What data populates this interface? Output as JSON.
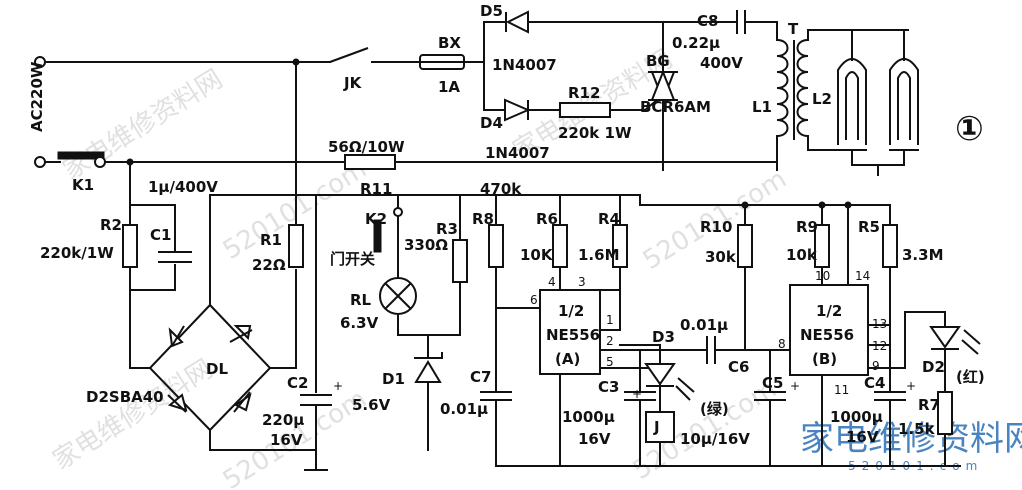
{
  "labels": {
    "ac": "AC220W",
    "k1": "K1",
    "jk": "JK",
    "bx": "BX",
    "bx_val": "1A",
    "d5": "D5",
    "d5_val": "1N4007",
    "d4": "D4",
    "d4_val": "1N4007",
    "r12": "R12",
    "r12_val": "220k  1W",
    "c8": "C8",
    "c8_val": "0.22µ",
    "c8_v": "400V",
    "bg": "BG",
    "bg_val": "BCR6AM",
    "t": "T",
    "l1": "L1",
    "l2": "L2",
    "circle_num": "①",
    "r_56": "56Ω/10W",
    "c_1u": "1µ/400V",
    "r11": "R11",
    "r11_val": "470k",
    "k2": "K2",
    "door": "门开关",
    "r2": "R2",
    "r2_val": "220k/1W",
    "c1": "C1",
    "r1": "R1",
    "r1_val": "22Ω",
    "r3": "R3",
    "r3_val": "330Ω",
    "rl": "RL",
    "rl_val": "6.3V",
    "dl": "DL",
    "bridge": "D2SBA40",
    "c2": "C2",
    "c2_val": "220µ",
    "c2_v": "16V",
    "d1": "D1",
    "d1_val": "5.6V",
    "r8": "R8",
    "c7": "C7",
    "c7_val": "0.01µ",
    "r6": "R6",
    "r6_val": "10K",
    "r4": "R4",
    "r4_val": "1.6M",
    "icA_half": "1/2",
    "icA_name": "NE556",
    "icA_tag": "(A)",
    "pinA4": "4",
    "pinA3": "3",
    "pinA6": "6",
    "pinA1": "1",
    "pinA2": "2",
    "pinA5": "5",
    "d3": "D3",
    "d3_color": "(绿)",
    "c3": "C3",
    "c3_val": "1000µ",
    "c3_v": "16V",
    "j": "J",
    "c6_val": "0.01µ",
    "c6": "C6",
    "r10": "R10",
    "r10_val": "30k",
    "r9": "R9",
    "r9_val": "10k",
    "icB_half": "1/2",
    "icB_name": "NE556",
    "icB_tag": "(B)",
    "pinB10": "10",
    "pinB14": "14",
    "pinB8": "8",
    "pinB13": "13",
    "pinB12": "12",
    "pinB9": "9",
    "pinB11": "11",
    "c5": "C5",
    "c5_val": "10µ/16V",
    "c4": "C4",
    "c4_val": "1000µ",
    "c4_v": "16V",
    "r5": "R5",
    "r5_val": "3.3M",
    "d2": "D2",
    "d2_color": "(红)",
    "r7": "R7",
    "r7_val": "1.5k"
  },
  "watermark": {
    "text1": "家电维修资料网",
    "text2": "520101.com",
    "logo": "家电维修资料网",
    "logo_url": "520101.com"
  }
}
